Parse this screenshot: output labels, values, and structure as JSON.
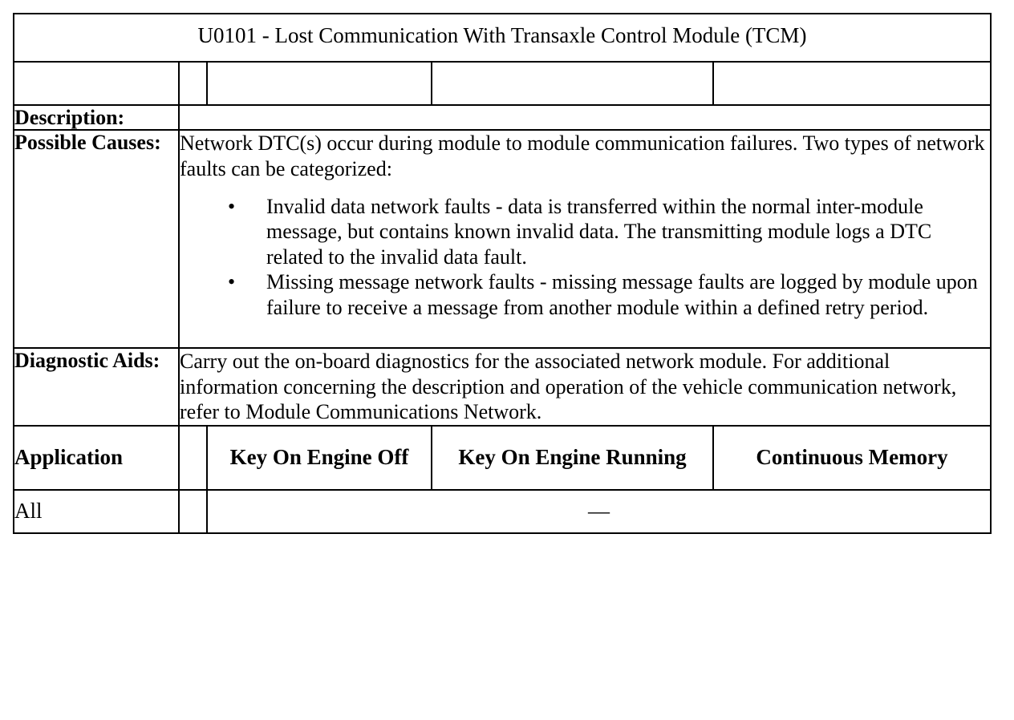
{
  "document": {
    "title": "U0101 - Lost Communication With Transaxle Control Module (TCM)"
  },
  "rows": {
    "description": {
      "label": "Description:",
      "value": ""
    },
    "possible_causes": {
      "label": "Possible Causes:",
      "intro": "Network DTC(s) occur during module to module communication failures. Two types of network faults can be categorized:",
      "bullet_glyph": "•",
      "bullets": [
        "Invalid data network faults - data is transferred within the normal inter-module message, but contains known invalid data. The transmitting module logs a DTC related to the invalid data fault.",
        "Missing message network faults - missing message faults are logged by module upon failure to receive a message from another module within a defined retry period."
      ]
    },
    "diagnostic_aids": {
      "label": "Diagnostic Aids:",
      "text": "Carry out the on-board diagnostics for the associated network module. For additional information concerning the description and operation of the vehicle communication network, refer to Module Communications Network."
    }
  },
  "application_table": {
    "headers": {
      "application": "Application",
      "narrow": "",
      "key_on_engine_off": "Key On Engine Off",
      "key_on_engine_running": "Key On Engine Running",
      "continuous_memory": "Continuous Memory"
    },
    "data_rows": [
      {
        "application": "All",
        "narrow": "",
        "result": "—"
      }
    ]
  },
  "colors": {
    "border": "#000000",
    "text": "#000000",
    "background": "#ffffff"
  }
}
